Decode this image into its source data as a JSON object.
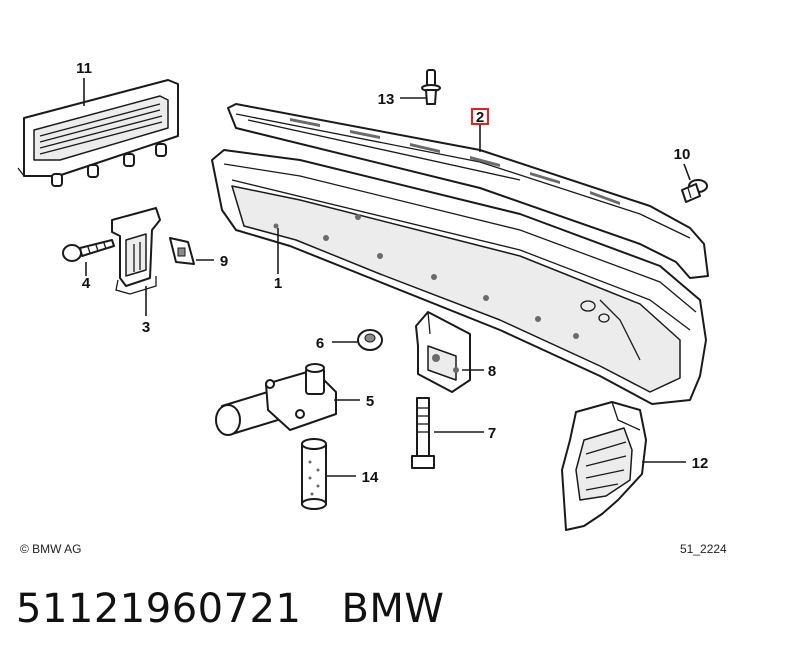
{
  "callouts": {
    "c1": "1",
    "c2": "2",
    "c3": "3",
    "c4": "4",
    "c5": "5",
    "c6": "6",
    "c7": "7",
    "c8": "8",
    "c9": "9",
    "c10": "10",
    "c11": "11",
    "c12": "12",
    "c13": "13",
    "c14": "14"
  },
  "highlighted_part": "2",
  "copyright": "© BMW AG",
  "diagram_ref": "51_2224",
  "caption": {
    "part_number": "51121960721",
    "brand": "BMW"
  },
  "colors": {
    "highlight": "#e2231a",
    "line": "#1a1a1a"
  }
}
